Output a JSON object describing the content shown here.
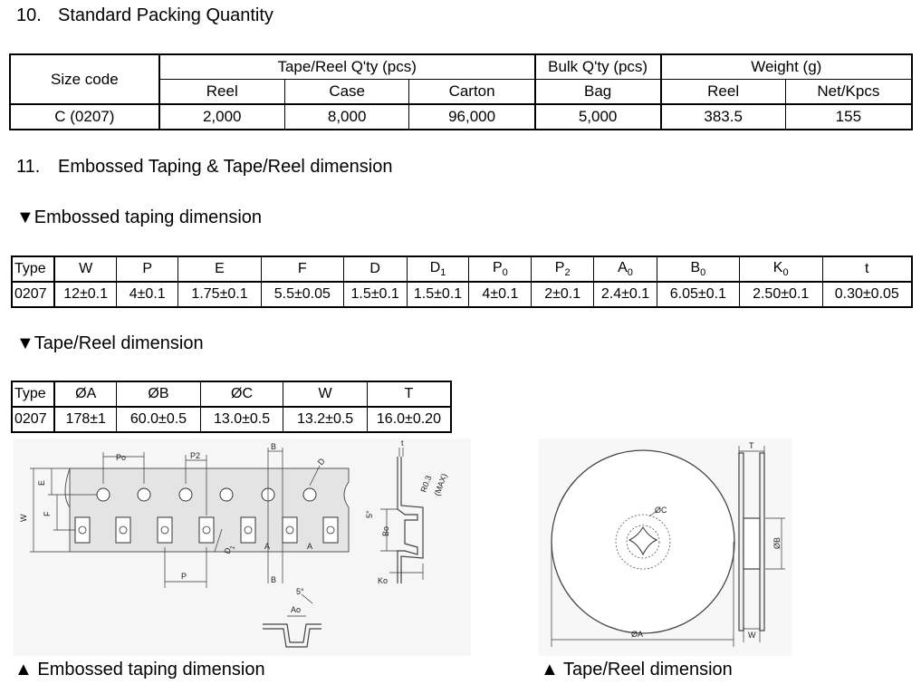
{
  "sections": {
    "packing": {
      "number": "10.",
      "title": "Standard Packing Quantity"
    },
    "taping": {
      "number": "11.",
      "title": "Embossed Taping & Tape/Reel dimension"
    }
  },
  "sub_headings": {
    "taping_dim": "▼Embossed taping dimension",
    "reel_dim": "▼Tape/Reel dimension"
  },
  "packing_table": {
    "size_code_header": "Size code",
    "tape_reel_header": "Tape/Reel Q'ty (pcs)",
    "bulk_header": "Bulk Q'ty (pcs)",
    "weight_header": "Weight (g)",
    "sub_headers": [
      "Reel",
      "Case",
      "Carton",
      "Bag",
      "Reel",
      "Net/Kpcs"
    ],
    "row": [
      "C (0207)",
      "2,000",
      "8,000",
      "96,000",
      "5,000",
      "383.5",
      "155"
    ]
  },
  "taping_table": {
    "headers": [
      {
        "main": "Type",
        "sub": ""
      },
      {
        "main": "W",
        "sub": ""
      },
      {
        "main": "P",
        "sub": ""
      },
      {
        "main": "E",
        "sub": ""
      },
      {
        "main": "F",
        "sub": ""
      },
      {
        "main": "D",
        "sub": ""
      },
      {
        "main": "D",
        "sub": "1"
      },
      {
        "main": "P",
        "sub": "0"
      },
      {
        "main": "P",
        "sub": "2"
      },
      {
        "main": "A",
        "sub": "0"
      },
      {
        "main": "B",
        "sub": "0"
      },
      {
        "main": "K",
        "sub": "0"
      },
      {
        "main": "t",
        "sub": ""
      }
    ],
    "row": [
      "0207",
      "12±0.1",
      "4±0.1",
      "1.75±0.1",
      "5.5±0.05",
      "1.5±0.1",
      "1.5±0.1",
      "4±0.1",
      "2±0.1",
      "2.4±0.1",
      "6.05±0.1",
      "2.50±0.1",
      "0.30±0.05"
    ]
  },
  "reel_table": {
    "headers": [
      "Type",
      "ØA",
      "ØB",
      "ØC",
      "W",
      "T"
    ],
    "row": [
      "0207",
      "178±1",
      "60.0±0.5",
      "13.0±0.5",
      "13.2±0.5",
      "16.0±0.20"
    ]
  },
  "diagram_labels": {
    "tape": {
      "po": "Po",
      "p2": "P2",
      "b_top": "B",
      "d": "D",
      "e": "E",
      "w": "W",
      "f": "F",
      "d1": "D",
      "d1_sub": "1",
      "a1": "A",
      "a2": "A",
      "p": "P",
      "b_bot": "B",
      "t": "t",
      "r03": "R0.3",
      "max": "(MAX)",
      "five": "5°",
      "bo": "Bo",
      "ko": "Ko",
      "five2": "5°",
      "ao": "Ao"
    },
    "reel": {
      "t": "T",
      "oc": "ØC",
      "ob": "ØB",
      "oa": "ØA",
      "w": "W"
    }
  },
  "captions": {
    "taping": "▲ Embossed taping dimension",
    "reel": "▲ Tape/Reel dimension"
  }
}
